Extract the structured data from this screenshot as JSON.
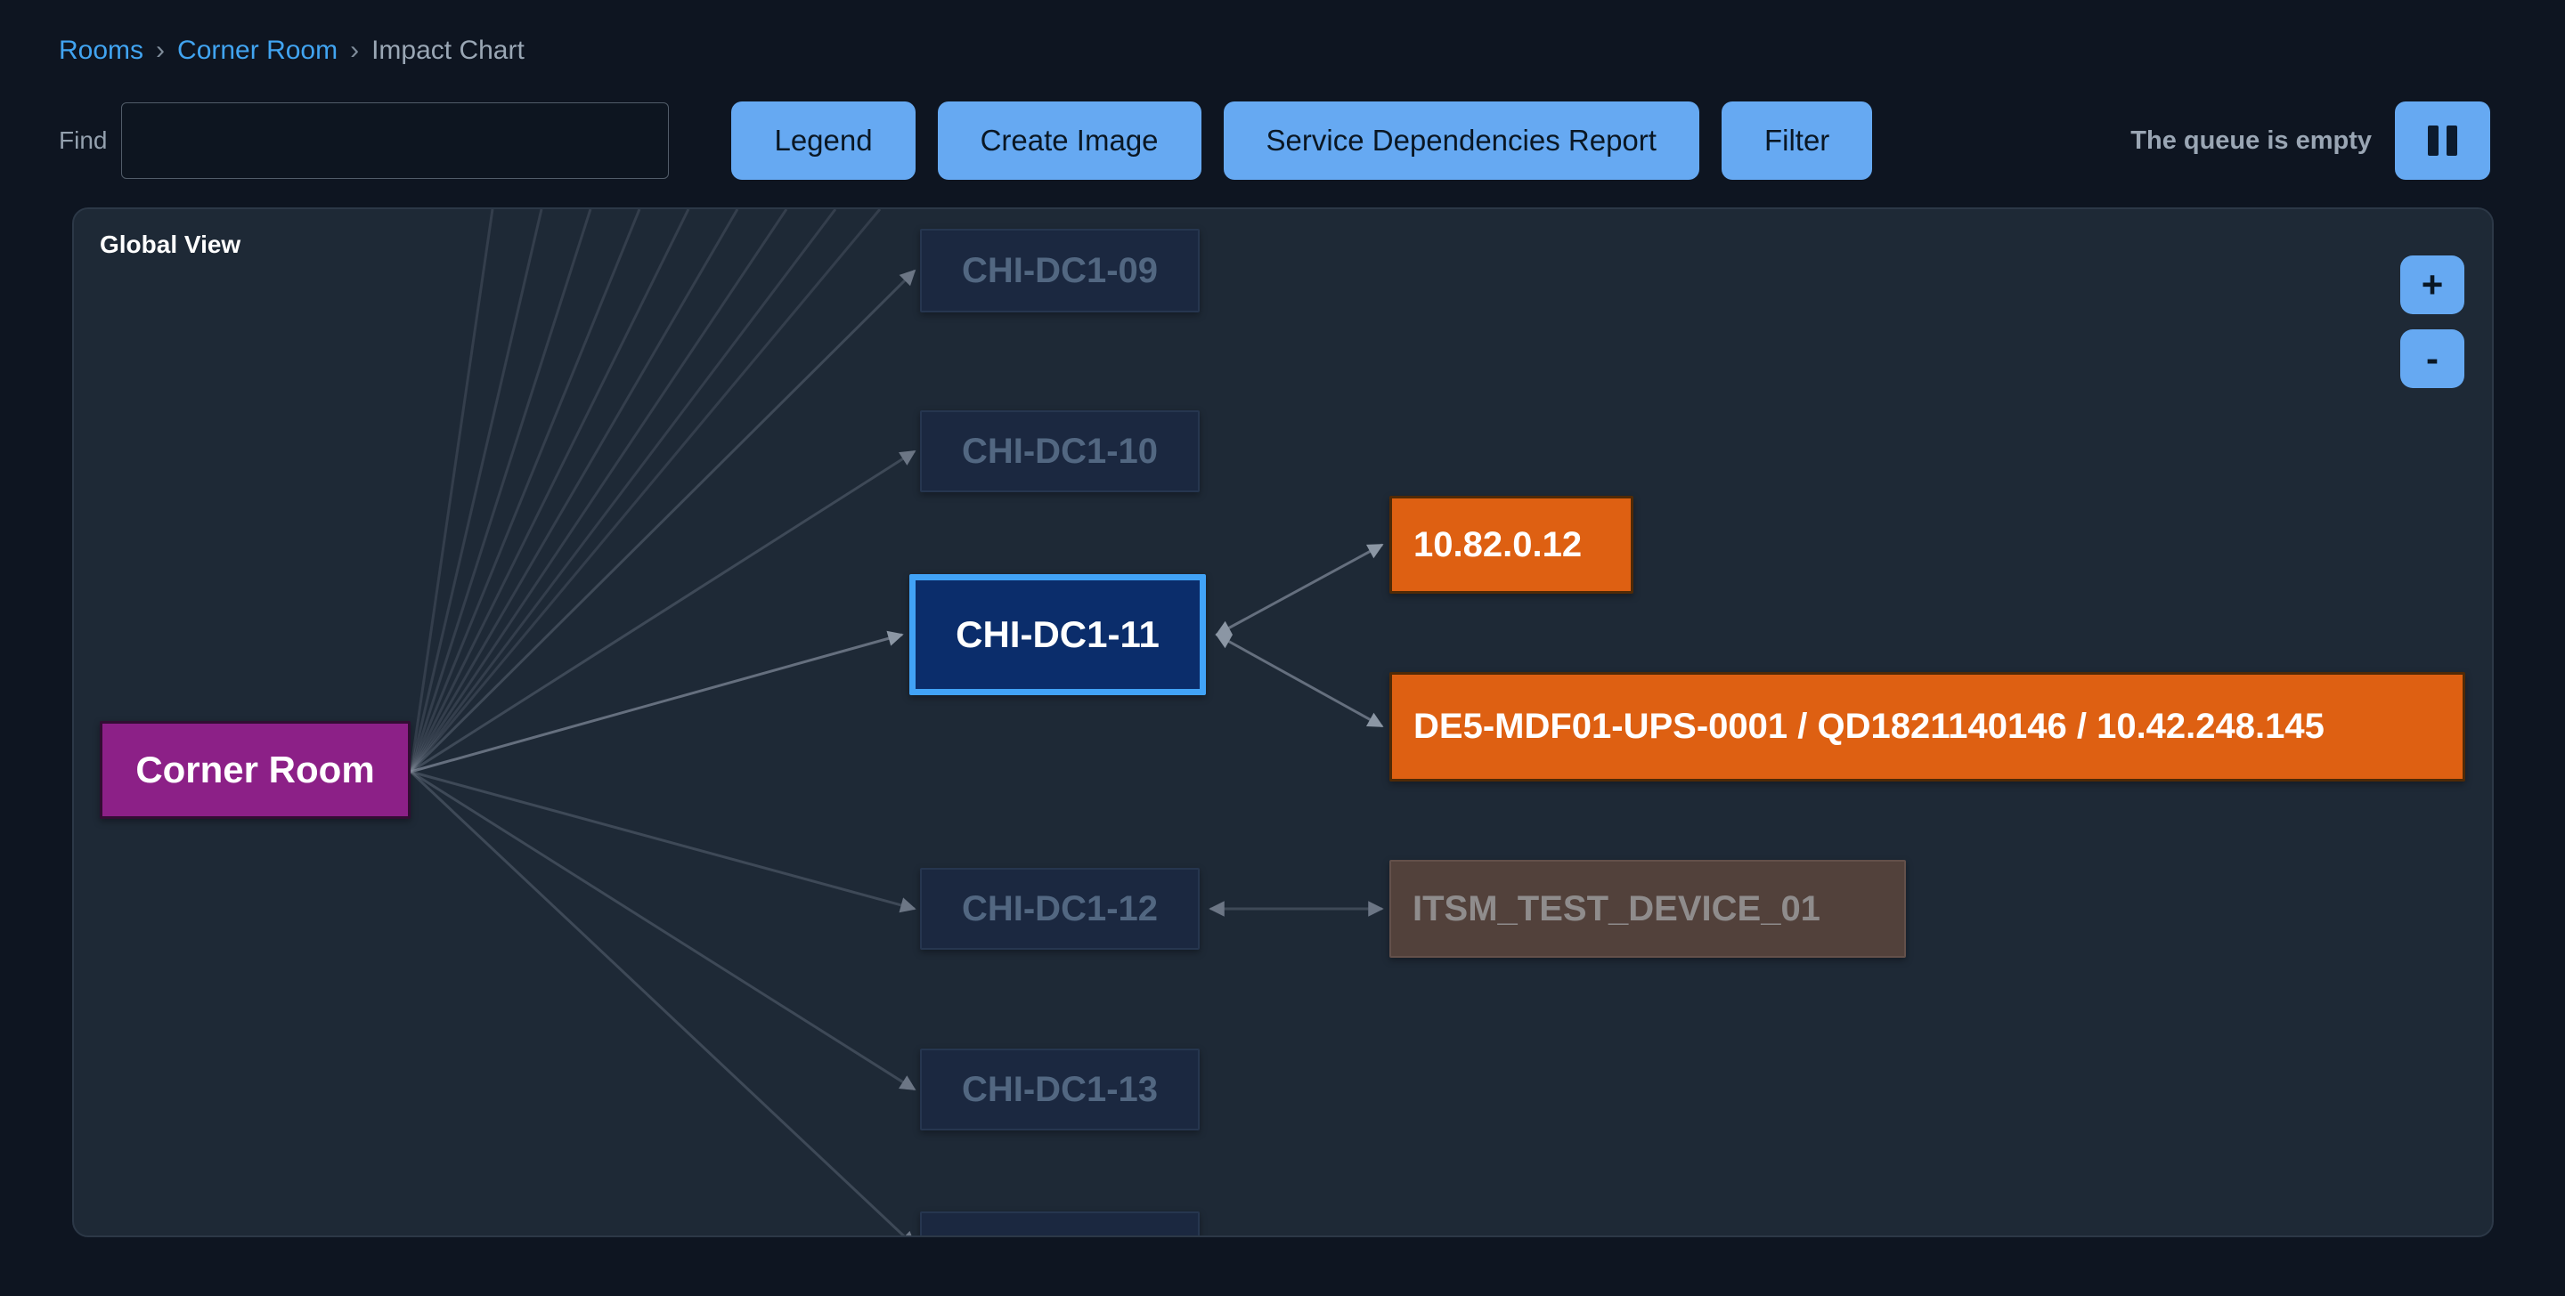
{
  "breadcrumb": {
    "items": [
      "Rooms",
      "Corner Room",
      "Impact Chart"
    ],
    "separator": "›"
  },
  "toolbar": {
    "find_label": "Find",
    "find_value": "",
    "buttons": [
      "Legend",
      "Create Image",
      "Service Dependencies Report",
      "Filter"
    ],
    "queue_status": "The queue is empty"
  },
  "canvas": {
    "title": "Global View",
    "zoom_in_label": "+",
    "zoom_out_label": "-"
  },
  "graph": {
    "root": {
      "label": "Corner Room",
      "state": "room",
      "color": "#8c2087"
    },
    "middle_nodes": [
      {
        "label": "CHI-DC1-09",
        "state": "faded"
      },
      {
        "label": "CHI-DC1-10",
        "state": "faded"
      },
      {
        "label": "CHI-DC1-11",
        "state": "selected",
        "border_color": "#41a3f7"
      },
      {
        "label": "CHI-DC1-12",
        "state": "faded"
      },
      {
        "label": "CHI-DC1-13",
        "state": "faded"
      }
    ],
    "right_nodes": [
      {
        "label": "10.82.0.12",
        "state": "impacted",
        "color": "#de6012"
      },
      {
        "label": "DE5-MDF01-UPS-0001 / QD1821140146 / 10.42.248.145",
        "state": "impacted",
        "color": "#de6012"
      },
      {
        "label": "ITSM_TEST_DEVICE_01",
        "state": "faded"
      }
    ]
  },
  "colors": {
    "accent_blue": "#66a9f2",
    "link_blue": "#41a4f1",
    "selected_border": "#41a3f7",
    "impacted_orange": "#de6012",
    "root_purple": "#8c2087",
    "panel_bg": "#1e2936",
    "page_bg": "#0e1521"
  }
}
